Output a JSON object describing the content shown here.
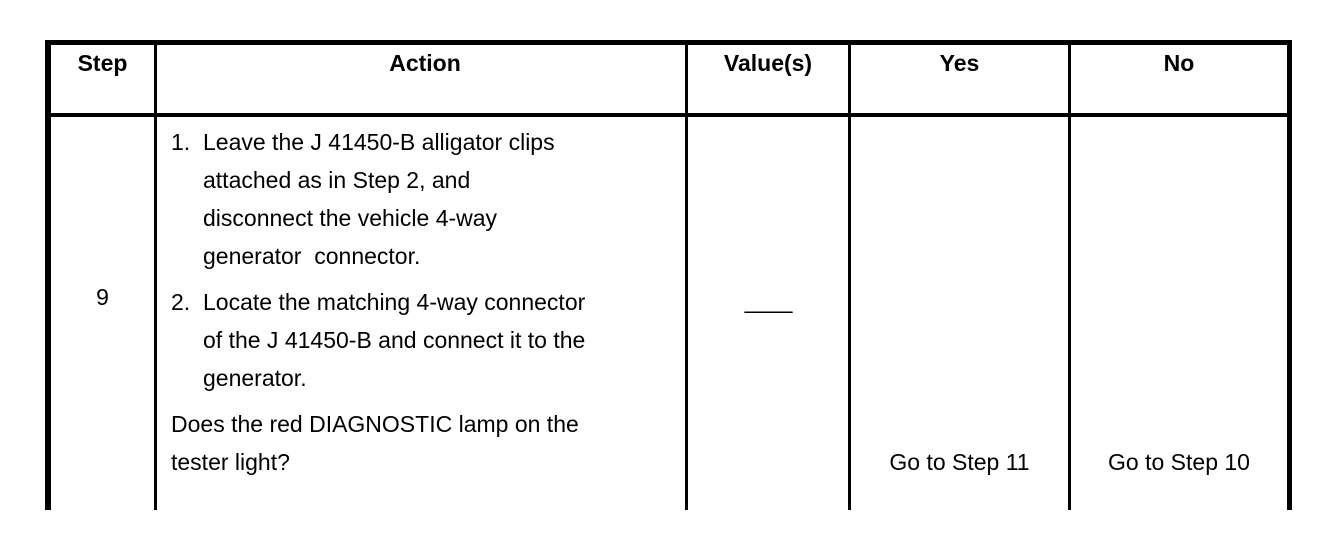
{
  "page": {
    "background_color": "#ffffff",
    "ink_color": "#000000"
  },
  "table": {
    "headers": {
      "step": "Step",
      "action": "Action",
      "values": "Value(s)",
      "yes": "Yes",
      "no": "No"
    },
    "row": {
      "step": "9",
      "action": {
        "item1": {
          "marker": "1.",
          "lines": [
            "Leave the J 41450-B alligator clips",
            "attached as in Step 2, and",
            "disconnect the vehicle 4-way",
            "generator  connector."
          ]
        },
        "item2": {
          "marker": "2.",
          "lines": [
            "Locate the matching 4-way connector",
            "of the J 41450-B and connect it to the",
            "generator."
          ]
        },
        "question_lines": [
          "Does the red DIAGNOSTIC lamp on the",
          "tester light?"
        ]
      },
      "values": "—",
      "yes": "Go to Step 11",
      "no": "Go to Step 10"
    }
  }
}
